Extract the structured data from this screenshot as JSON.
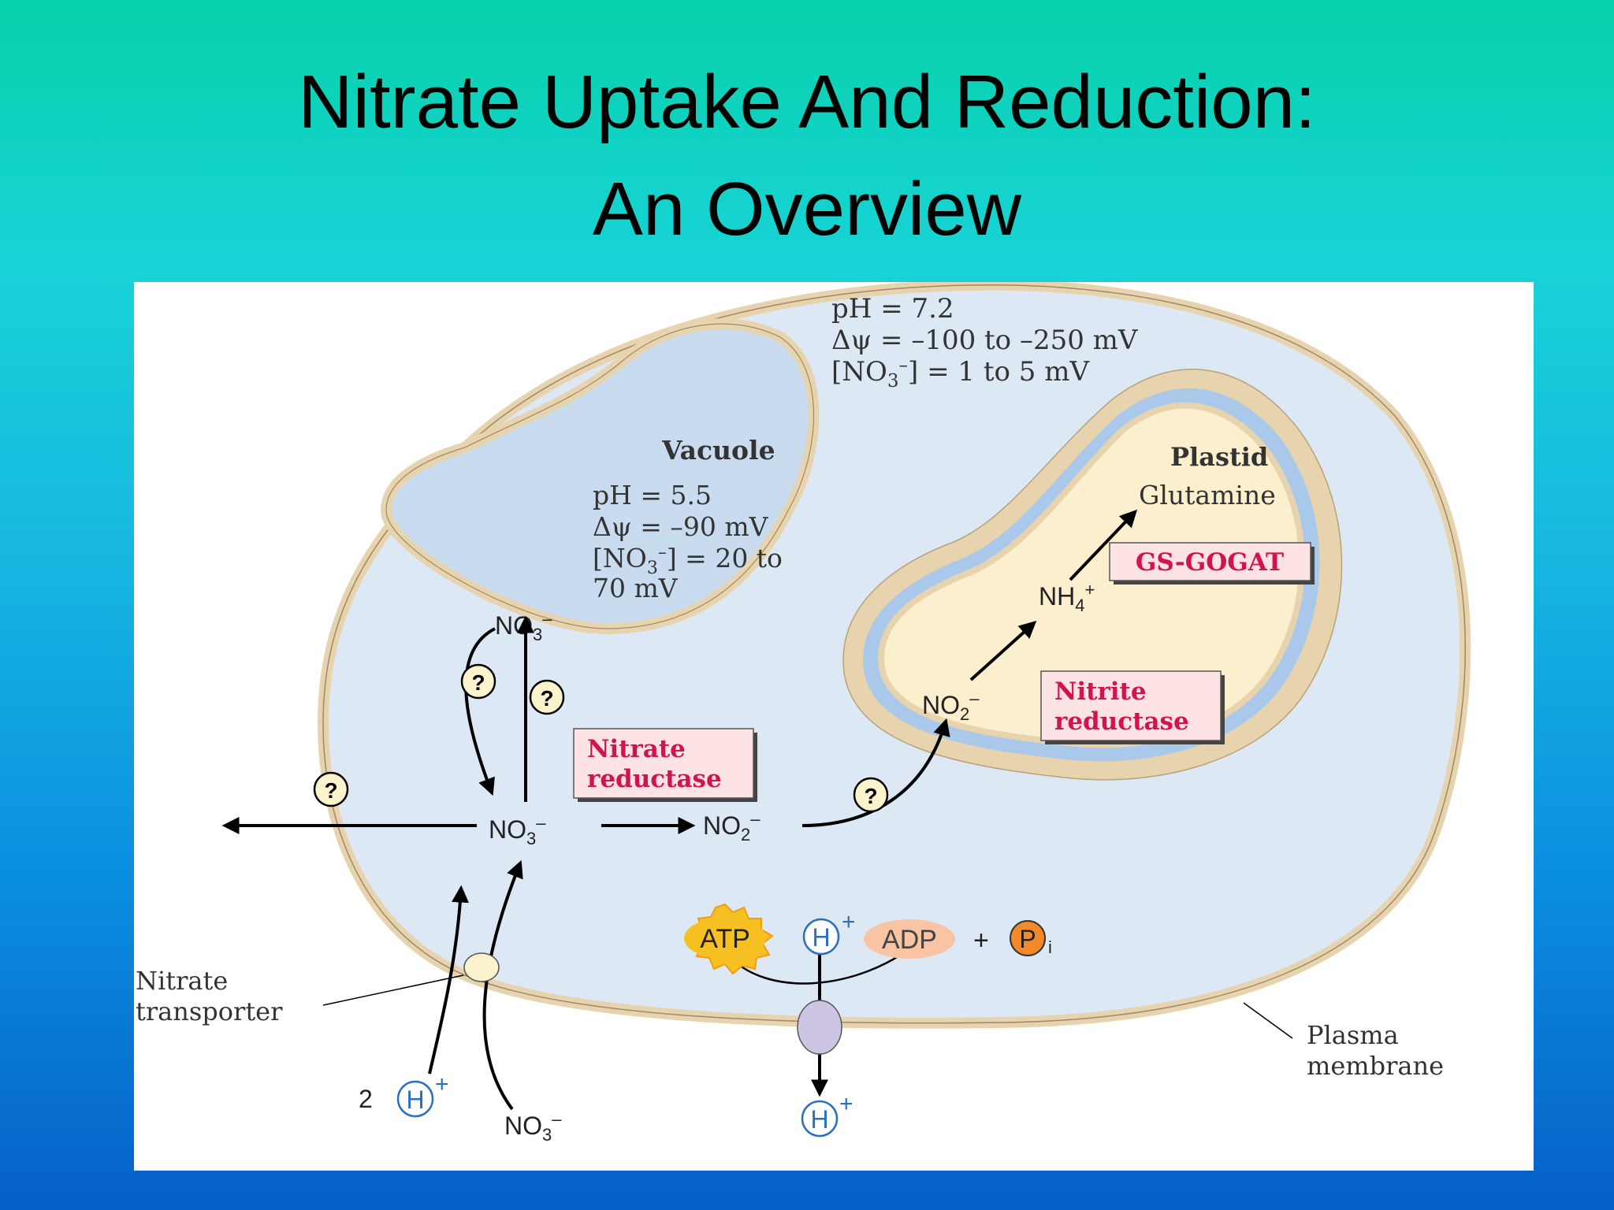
{
  "title": {
    "line1": "Nitrate Uptake And Reduction:",
    "line2": "An Overview"
  },
  "cytosol": {
    "ph": "pH = 7.2",
    "delta_psi": "Δψ = –100 to –250 mV",
    "no3_conc_pre": "[NO",
    "no3_conc_post": "] = 1 to 5 mV"
  },
  "vacuole": {
    "label": "Vacuole",
    "ph": "pH = 5.5",
    "delta_psi": "Δψ = –90 mV",
    "no3_conc_pre": "[NO",
    "no3_conc_post": "] = 20 to",
    "no3_conc_line2": "70 mV"
  },
  "plastid": {
    "label": "Plastid",
    "glutamine": "Glutamine",
    "gs_gogat": "GS-GOGAT",
    "nitrite_reductase_1": "Nitrite",
    "nitrite_reductase_2": "reductase"
  },
  "enzymes": {
    "nitrate_reductase_1": "Nitrate",
    "nitrate_reductase_2": "reductase"
  },
  "chem": {
    "no": "NO",
    "nh": "NH",
    "sub3": "3",
    "sub2": "2",
    "sub4": "4",
    "minus": "–",
    "plus": "+",
    "h": "H",
    "two": "2",
    "p": "P",
    "i": "i",
    "atp": "ATP",
    "adp": "ADP"
  },
  "question": "?",
  "labels": {
    "nitrate_1": "Nitrate",
    "transporter": "transporter",
    "plasma": "Plasma",
    "membrane": "membrane"
  },
  "colors": {
    "membrane": "#e7d3ad",
    "cytosol": "#dde8f5",
    "vacuole": "#c9dcef",
    "plastid_stroma": "#fcefce",
    "plastid_envelope": "#a9c8ea",
    "enzyme_text": "#d3134b",
    "enzyme_box": "#fde3e4",
    "atp": "#f6c023",
    "adp": "#f9c4a3",
    "pi": "#f28a2c",
    "proton": "#2b6fc0"
  }
}
